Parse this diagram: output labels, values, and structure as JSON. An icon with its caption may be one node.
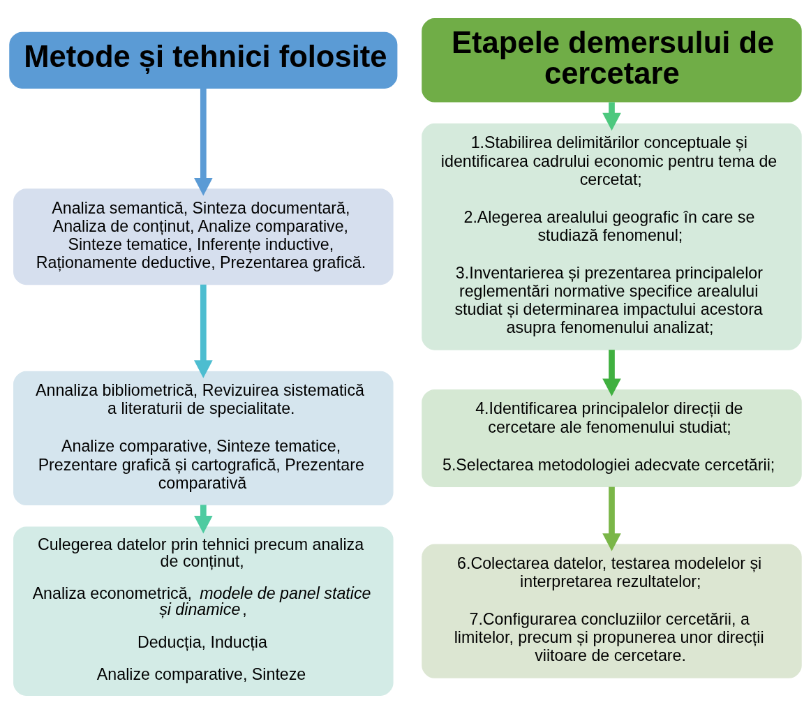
{
  "diagram": {
    "nodes": [
      {
        "text": [
          "Metode și tehnici folosite"
        ]
      },
      {
        "text": [
          "Analiza semantică, Sinteza documentară, Analiza de conținut, Analize comparative, Sinteze tematice, Inferențe inductive, Raționamente deductive, Prezentarea grafică."
        ]
      },
      {
        "text": [
          "Annaliza bibliometrică, Revizuirea sistematică a literaturii de specialitate.",
          "Analize comparative, Sinteze tematice, Prezentare grafică și cartografică, Prezentare comparativă"
        ]
      },
      {
        "text": [
          "Culegerea datelor prin tehnici precum analiza de conținut,",
          "Analiza econometrică, *modele de panel statice și dinamice*,",
          "Deducția, Inducția",
          "Analize comparative, Sinteze"
        ]
      },
      {
        "text": [
          "Etapele demersului de cercetare"
        ]
      },
      {
        "text": [
          "1.Stabilirea delimitărilor conceptuale și identificarea cadrului economic pentru tema de cercetat;",
          "2.Alegerea arealului geografic în care se studiază fenomenul;",
          "3.Inventarierea și prezentarea principalelor reglementări normative specifice arealului studiat și determinarea impactului acestora asupra fenomenului analizat;"
        ]
      },
      {
        "text": [
          "4.Identificarea principalelor direcții de cercetare ale fenomenului studiat;",
          "5.Selectarea metodologiei adecvate cercetării;"
        ]
      },
      {
        "text": [
          "6.Colectarea datelor, testarea modelelor și interpretarea rezultatelor;",
          "7.Configurarea concluziilor cercetării, a limitelor, precum și propunerea unor direcții viitoare de cercetare."
        ]
      }
    ],
    "edges": [
      {
        "from": 0,
        "to": 1,
        "arrow": "to",
        "color": "#5b9bd5"
      },
      {
        "from": 1,
        "to": 2,
        "arrow": "to",
        "color": "#4dbdd0"
      },
      {
        "from": 2,
        "to": 3,
        "arrow": "to",
        "color": "#4ecba0"
      },
      {
        "from": 4,
        "to": 5,
        "arrow": "to",
        "color": "#4dc87e"
      },
      {
        "from": 5,
        "to": 6,
        "arrow": "to",
        "color": "#40b040"
      },
      {
        "from": 6,
        "to": 7,
        "arrow": "to",
        "color": "#7ab648"
      }
    ]
  }
}
